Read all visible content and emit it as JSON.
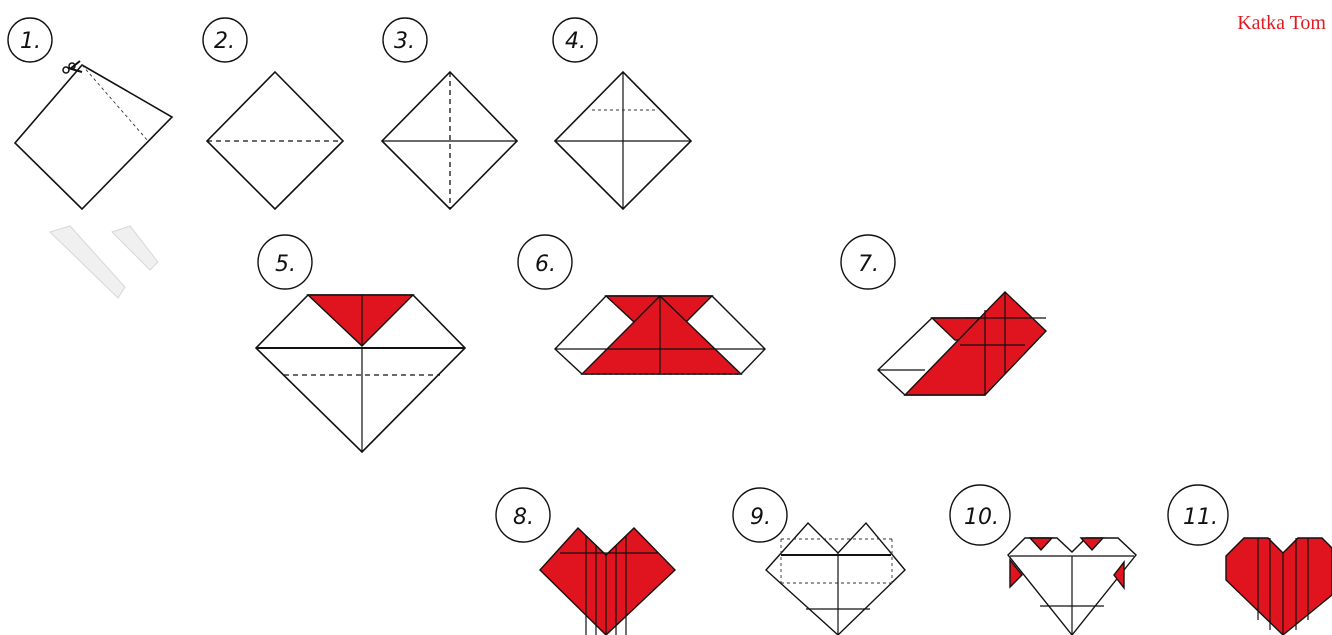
{
  "author": "Katka Tom",
  "steps": [
    {
      "number": "1."
    },
    {
      "number": "2."
    },
    {
      "number": "3."
    },
    {
      "number": "4."
    },
    {
      "number": "5."
    },
    {
      "number": "6."
    },
    {
      "number": "7."
    },
    {
      "number": "8."
    },
    {
      "number": "9."
    },
    {
      "number": "10."
    },
    {
      "number": "11."
    }
  ],
  "colors": {
    "paper_red": "#e0141e",
    "author_red": "#e01a22",
    "line": "#111111"
  },
  "icons": [
    "scissors-icon"
  ]
}
